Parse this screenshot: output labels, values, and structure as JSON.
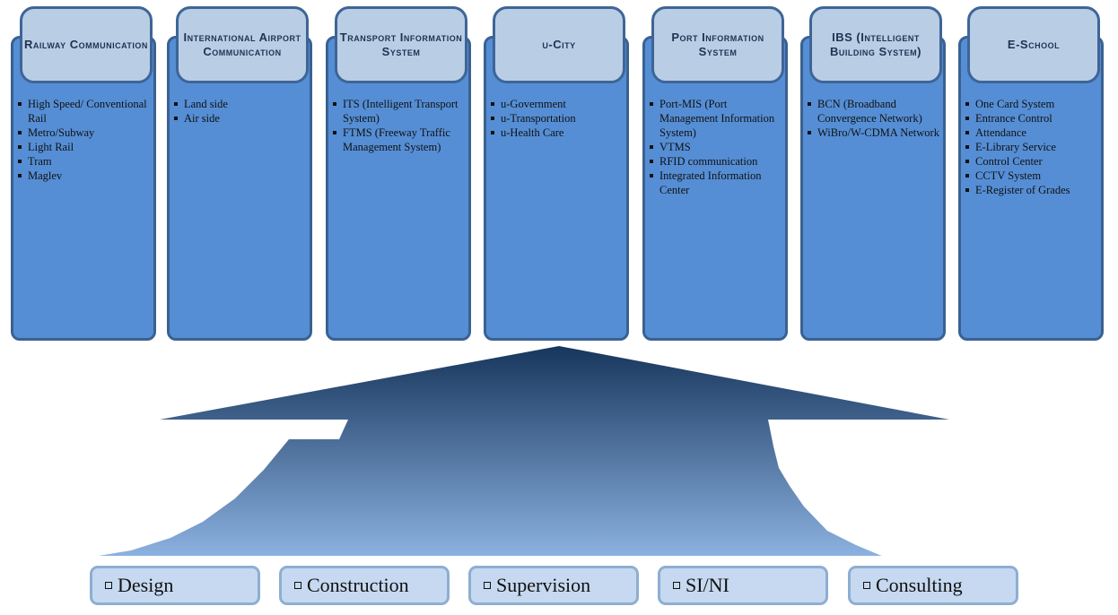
{
  "categories": [
    {
      "title": "Railway Communication",
      "items": [
        "High Speed/ Conventional Rail",
        "Metro/Subway",
        "Light Rail",
        "Tram",
        "Maglev"
      ]
    },
    {
      "title": "International Airport Communication",
      "items": [
        "Land side",
        "Air side"
      ]
    },
    {
      "title": "Transport Information System",
      "items": [
        "ITS (Intelligent Transport System)",
        "FTMS (Freeway Traffic Management System)"
      ]
    },
    {
      "title": "u-City",
      "items": [
        "u-Government",
        "u-Transportation",
        "u-Health Care"
      ]
    },
    {
      "title": "Port Information System",
      "items": [
        "Port-MIS (Port Management Information System)",
        "VTMS",
        "RFID communication",
        "Integrated Information Center"
      ]
    },
    {
      "title": "IBS (Intelligent Building System)",
      "items": [
        "BCN (Broadband Convergence Network)",
        "WiBro/W-CDMA Network"
      ]
    },
    {
      "title": "E-School",
      "items": [
        "One Card System",
        "Entrance Control",
        "Attendance",
        "E-Library Service",
        "Control Center",
        "CCTV System",
        "E-Register of Grades"
      ]
    }
  ],
  "services": [
    "Design",
    "Construction",
    "Supervision",
    "SI/NI",
    "Consulting"
  ],
  "colors": {
    "column_body": "#558ed5",
    "column_header": "#b9cde5",
    "arrow_top": "#17365d",
    "arrow_bottom": "#8db3e2",
    "service_box": "#c6d9f0"
  }
}
